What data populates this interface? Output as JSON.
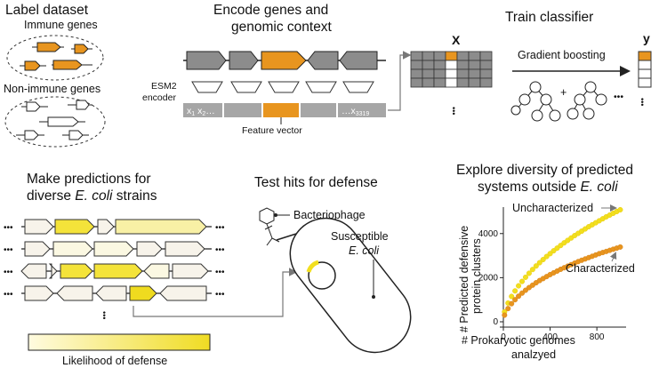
{
  "panels": {
    "label": {
      "title": "Label dataset",
      "immune": "Immune genes",
      "nonimmune": "Non-immune genes"
    },
    "encode": {
      "title_line1": "Encode genes and",
      "title_line2": "genomic context",
      "encoder": "ESM2",
      "encoder2": "encoder",
      "feat_left": "x",
      "feat_right": "x",
      "feat_right_sub": "3319",
      "feat_caption": "Feature vector"
    },
    "train": {
      "title": "Train classifier",
      "x_label": "X",
      "y_label": "y",
      "method": "Gradient boosting",
      "plus": "+",
      "dots": "•••"
    },
    "predict": {
      "title_line1": "Make predictions for",
      "title_line2_prefix": "diverse ",
      "title_line2_italic": "E. coli",
      "title_line2_suffix": " strains",
      "scale_label": "Likelihood of defense"
    },
    "test": {
      "title": "Test hits for defense",
      "phage": "Bacteriophage",
      "susceptible": "Susceptible",
      "ecoli": "E. coli"
    },
    "explore": {
      "title_line1": "Explore diversity of predicted",
      "title_line2_prefix": "systems outside ",
      "title_line2_italic": "E. coli"
    }
  },
  "colors": {
    "immune": "#e8951f",
    "gray_gene": "#8c8c8c",
    "gray_bar": "#a6a6a6",
    "yellow_light": "#fff9cf",
    "yellow_strong": "#f2df1f",
    "char": "#e8951f",
    "unchar": "#f2df1f"
  },
  "chart_data": {
    "type": "scatter",
    "xlabel": "# Prokaryotic genomes analzyed",
    "ylabel": "# Predicted defensive protein clusters",
    "xlim": [
      0,
      1050
    ],
    "ylim": [
      0,
      5200
    ],
    "xticks": [
      0,
      400,
      800
    ],
    "yticks": [
      0,
      2000,
      4000
    ],
    "series": [
      {
        "name": "Uncharacterized",
        "x": [
          10,
          40,
          70,
          100,
          130,
          160,
          190,
          220,
          250,
          280,
          310,
          340,
          370,
          400,
          430,
          460,
          490,
          520,
          550,
          580,
          610,
          640,
          670,
          700,
          730,
          760,
          790,
          820,
          850,
          880,
          910,
          940,
          970,
          1000
        ],
        "y": [
          450,
          850,
          1150,
          1400,
          1630,
          1830,
          2020,
          2200,
          2370,
          2530,
          2680,
          2820,
          2960,
          3090,
          3220,
          3340,
          3460,
          3580,
          3690,
          3800,
          3910,
          4010,
          4110,
          4210,
          4310,
          4400,
          4490,
          4580,
          4670,
          4760,
          4840,
          4920,
          5000,
          5080
        ]
      },
      {
        "name": "Characterized",
        "x": [
          10,
          40,
          70,
          100,
          130,
          160,
          190,
          220,
          250,
          280,
          310,
          340,
          370,
          400,
          430,
          460,
          490,
          520,
          550,
          580,
          610,
          640,
          670,
          700,
          730,
          760,
          790,
          820,
          850,
          880,
          910,
          940,
          970,
          1000
        ],
        "y": [
          300,
          600,
          820,
          1000,
          1160,
          1300,
          1430,
          1550,
          1660,
          1770,
          1870,
          1960,
          2050,
          2140,
          2220,
          2300,
          2380,
          2450,
          2520,
          2590,
          2660,
          2730,
          2790,
          2850,
          2910,
          2970,
          3030,
          3090,
          3140,
          3190,
          3240,
          3290,
          3340,
          3390
        ]
      }
    ]
  }
}
